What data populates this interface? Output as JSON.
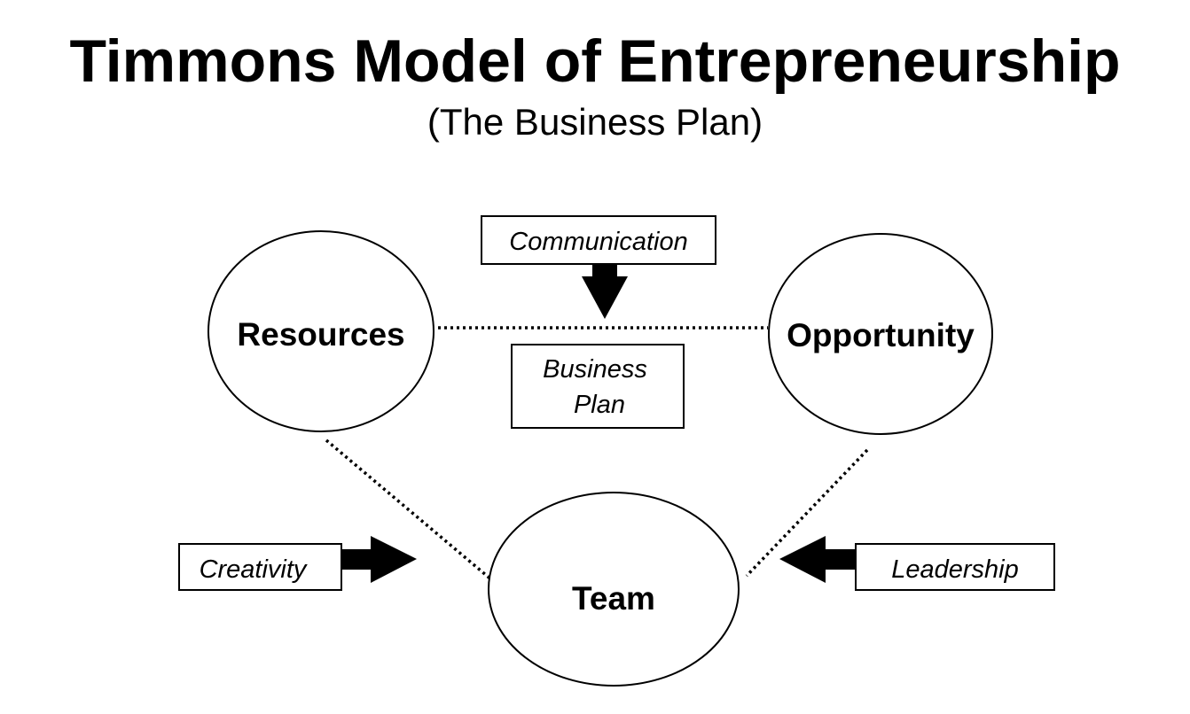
{
  "title": "Timmons Model of Entrepreneurship",
  "subtitle": "(The Business Plan)",
  "nodes": {
    "resources": "Resources",
    "opportunity": "Opportunity",
    "team": "Team"
  },
  "boxes": {
    "communication": "Communication",
    "business_plan_line1": "Business",
    "business_plan_line2": "Plan",
    "creativity": "Creativity",
    "leadership": "Leadership"
  }
}
